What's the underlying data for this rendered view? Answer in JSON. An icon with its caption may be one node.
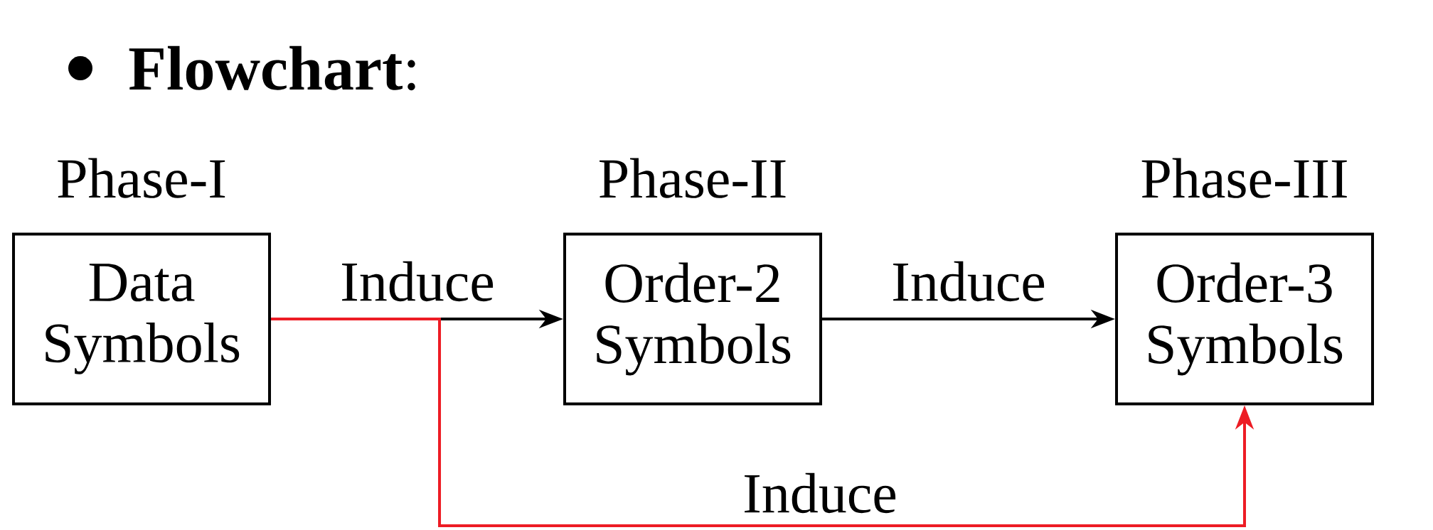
{
  "diagram": {
    "title": "**Flowchart**:",
    "nodes": [
      {
        "text": [
          "Phase-I",
          "Data Symbols"
        ]
      },
      {
        "text": [
          "Phase-II",
          "Order-2 Symbols"
        ]
      },
      {
        "text": [
          "Phase-III",
          "Order-3 Symbols"
        ]
      }
    ],
    "edges": [
      {
        "from": 0,
        "to": 1,
        "arrow": "to",
        "label": "Induce"
      },
      {
        "from": 1,
        "to": 2,
        "arrow": "to",
        "label": "Induce"
      },
      {
        "from": 0,
        "to": 2,
        "arrow": "to",
        "label": "Induce",
        "color": "#ed1c24"
      }
    ]
  }
}
